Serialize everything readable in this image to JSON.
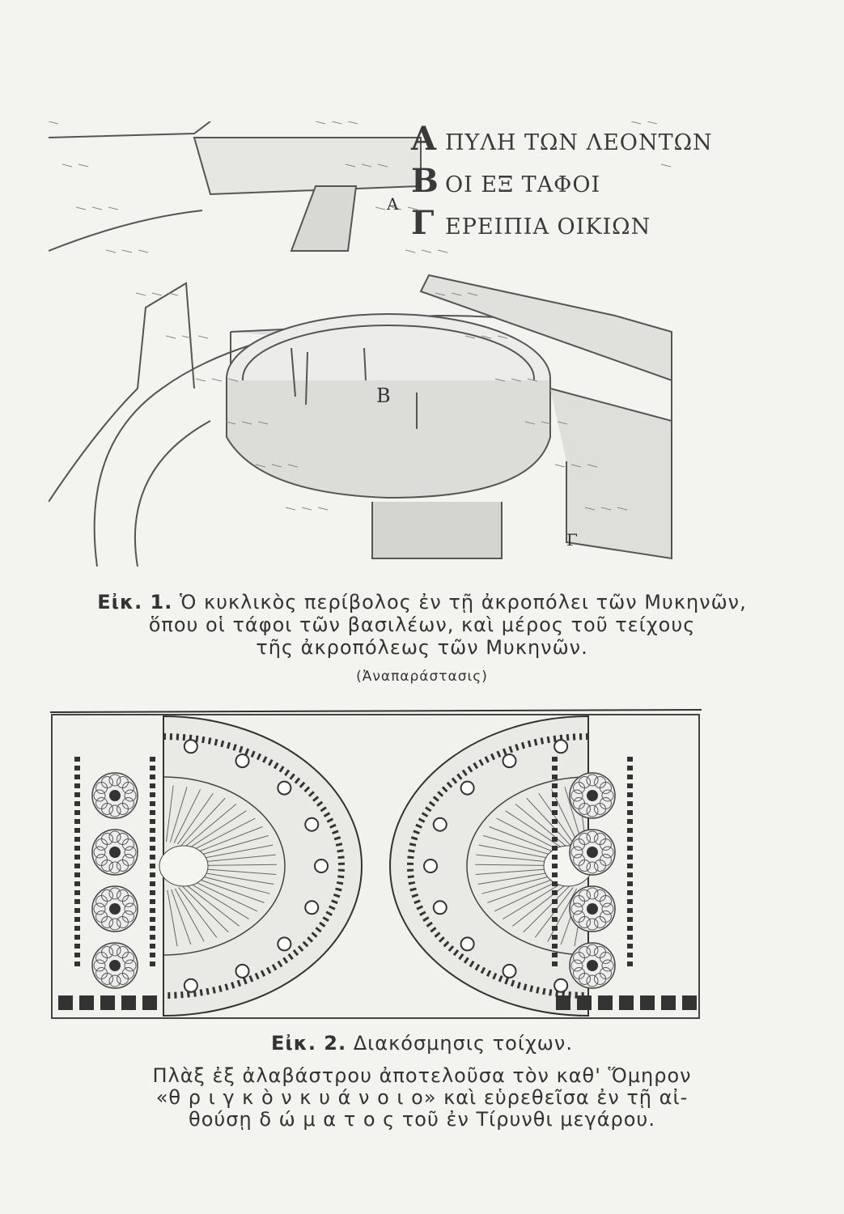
{
  "figure1": {
    "legend": [
      {
        "letter": "Α",
        "text": "ΠΥΛΗ ΤΩΝ ΛΕΟΝΤΩΝ"
      },
      {
        "letter": "Β",
        "text": "ΟΙ ΕΞ ΤΑΦΟΙ"
      },
      {
        "letter": "Γ",
        "text": "ΕΡΕΙΠΙΑ ΟΙΚΙΩΝ"
      }
    ],
    "markers": {
      "a": "Α",
      "b": "Β",
      "c": "Γ"
    },
    "caption": {
      "label": "Εἰκ. 1.",
      "line1": "Ὁ κυκλικὸς περίβολος ἐν τῇ ἀκροπόλει τῶν Μυκηνῶν,",
      "line2": "ὅπου οἱ τάφοι τῶν βασιλέων, καὶ μέρος τοῦ τείχους",
      "line3": "τῆς ἀκροπόλεως τῶν Μυκηνῶν.",
      "note": "(Ἀναπαράστασις)"
    }
  },
  "figure2": {
    "caption": {
      "label": "Εἰκ. 2.",
      "title": "Διακόσμησις τοίχων.",
      "line1": "Πλὰξ ἐξ ἀλαβάστρου ἀποτελοῦσα τὸν καθ' Ὅμηρον",
      "line2": "«θ ρ ι γ κ ὸ ν κ υ ά ν ο ι ο» καὶ εὑρεθεῖσα ἐν τῇ αἰ-",
      "line3": "θούσῃ δ ώ μ α τ ο ς τοῦ ἐν Τίρυνθι μεγάρου."
    }
  }
}
